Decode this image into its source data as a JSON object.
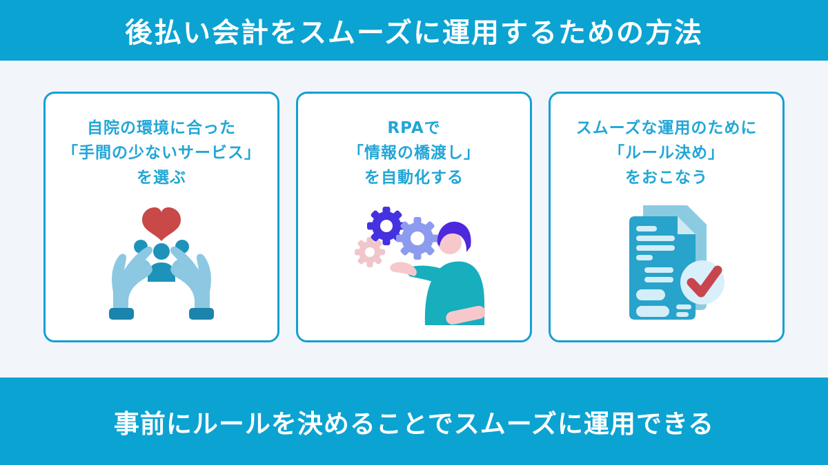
{
  "header": {
    "title": "後払い会計をスムーズに運用するための方法"
  },
  "cards": [
    {
      "icon": "hands-holding-people-heart-icon",
      "lines": [
        "自院の環境に合った",
        "「手間の少ないサービス」",
        "を選ぶ"
      ]
    },
    {
      "icon": "rpa-gears-person-icon",
      "lines": [
        "RPAで",
        "「情報の橋渡し」",
        "を自動化する"
      ]
    },
    {
      "icon": "documents-checkmark-icon",
      "lines": [
        "スムーズな運用のために",
        "「ルール決め」",
        "をおこなう"
      ]
    }
  ],
  "footer": {
    "text": "事前にルールを決めることでスムーズに運用できる"
  },
  "colors": {
    "banner_cyan": "#0ba3d2",
    "background": "#f2f6fa",
    "card_border": "#149fd2",
    "card_text": "#21a6d6",
    "title_text": "#ffffff",
    "heart_red": "#c94848",
    "check_red": "#c9454e",
    "hand_light_blue": "#8cc8e2",
    "cuff_teal": "#1a84ac",
    "people_teal": "#1e93ba",
    "gear_indigo": "#4631e0",
    "gear_periwinkle": "#8d9bee",
    "gear_pink": "#f0c6ca",
    "shirt_teal": "#17aebe",
    "skin_pink": "#f7c8cb",
    "hair_indigo": "#4d28dd",
    "document_front": "#28a3cb",
    "document_back": "#8bcbe1"
  }
}
